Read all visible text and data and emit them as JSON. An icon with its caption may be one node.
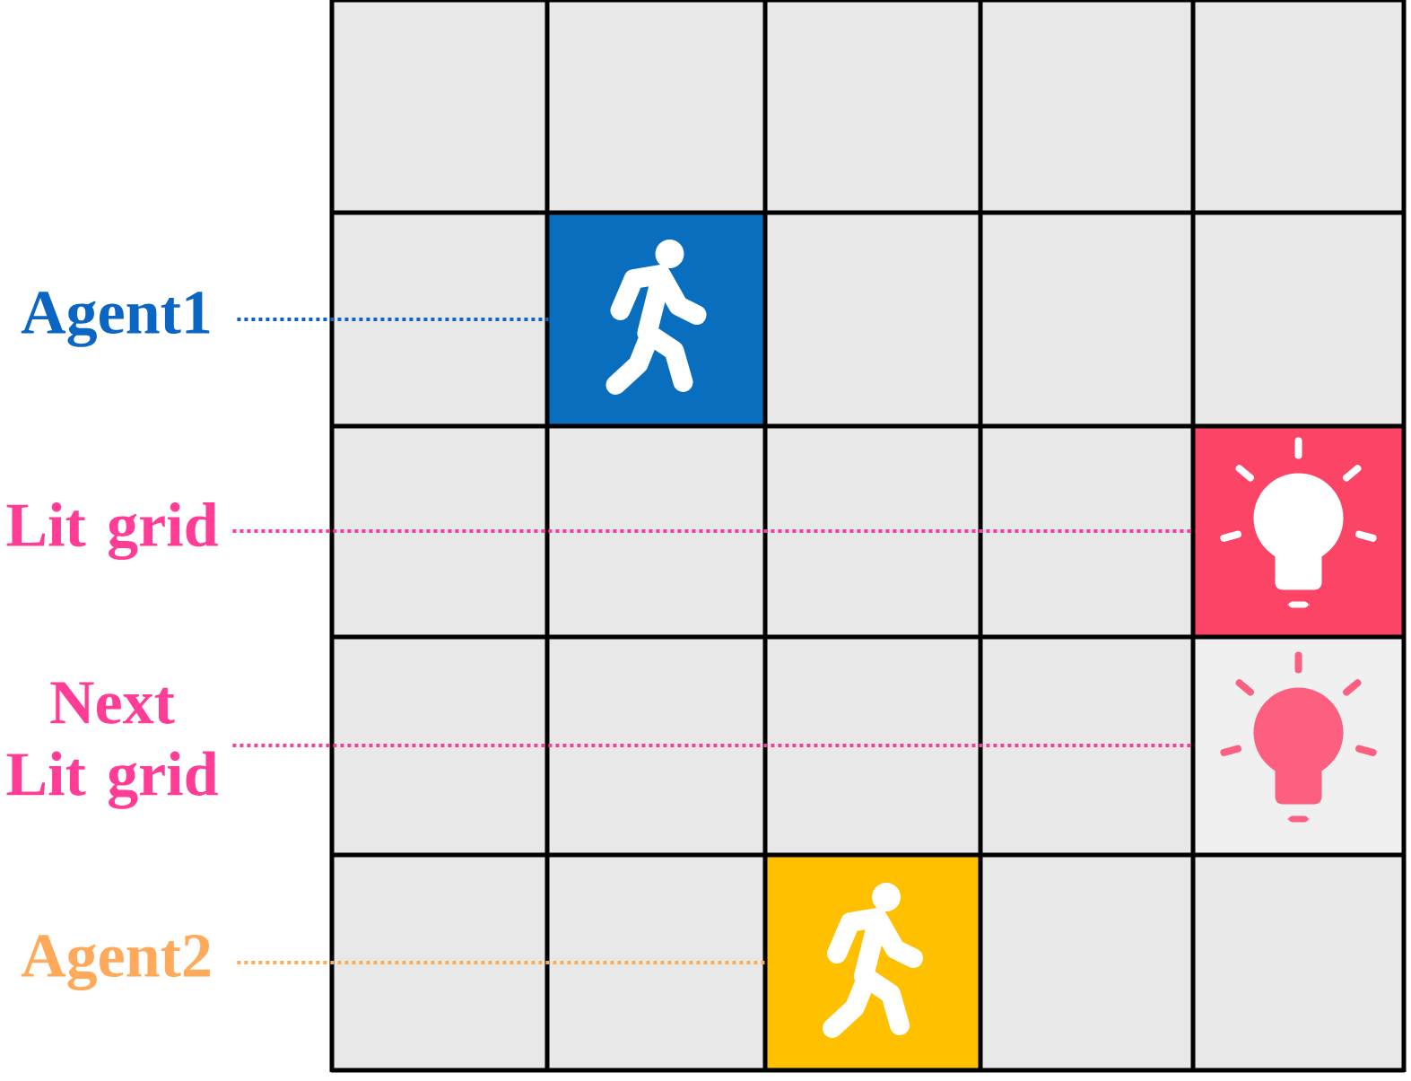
{
  "diagram": {
    "nodes": [
      {
        "text": [
          "Agent1"
        ]
      },
      {
        "text": [],
        "shape": "person"
      },
      {
        "text": [
          "Lit grid"
        ]
      },
      {
        "text": [],
        "shape": "lightbulb"
      },
      {
        "text": [
          "Next Lit grid"
        ]
      },
      {
        "text": [],
        "shape": "lightbulb"
      },
      {
        "text": [
          "Agent2"
        ]
      },
      {
        "text": [],
        "shape": "person"
      }
    ],
    "edges": [
      {
        "from": 0,
        "to": 1,
        "arrow": "none",
        "style": "dashed",
        "color": "#0a66c2"
      },
      {
        "from": 2,
        "to": 3,
        "arrow": "none",
        "style": "dashed",
        "color": "#ff3d96"
      },
      {
        "from": 4,
        "to": 5,
        "arrow": "none",
        "style": "dashed",
        "color": "#ff3d96"
      },
      {
        "from": 6,
        "to": 7,
        "arrow": "none",
        "style": "dashed",
        "color": "#ffaa5a"
      }
    ]
  }
}
